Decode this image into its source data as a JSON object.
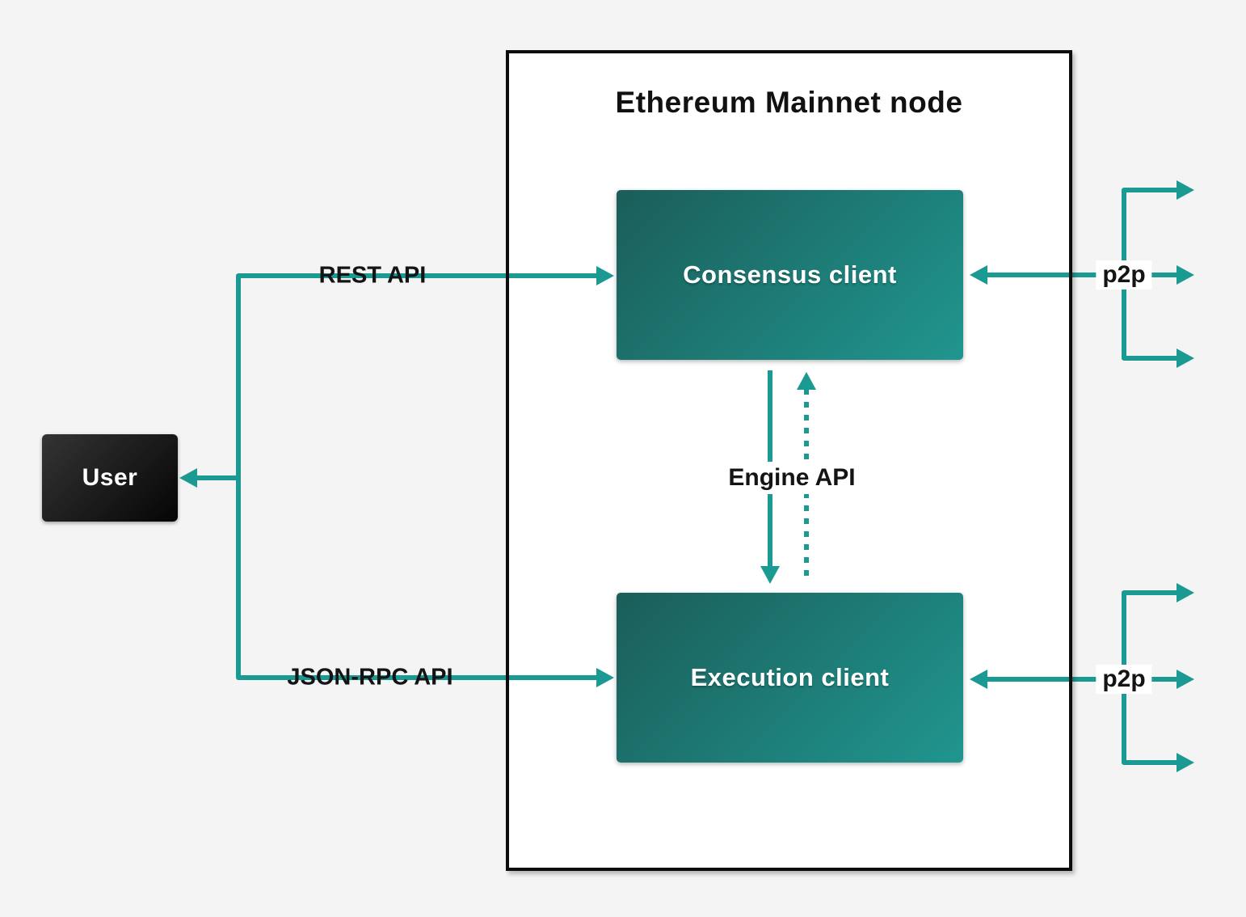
{
  "diagram": {
    "title": "Ethereum Mainnet node",
    "nodes": {
      "user": {
        "label": "User"
      },
      "consensus": {
        "label": "Consensus client"
      },
      "execution": {
        "label": "Execution client"
      }
    },
    "edges": {
      "rest_api": {
        "label": "REST API"
      },
      "json_rpc": {
        "label": "JSON-RPC API"
      },
      "engine_api": {
        "label": "Engine API"
      },
      "p2p_top": {
        "label": "p2p"
      },
      "p2p_bottom": {
        "label": "p2p"
      }
    },
    "colors": {
      "accent": "#1b9a93",
      "client_gradient_start": "#1b5d59",
      "client_gradient_end": "#20968f",
      "user_gradient_start": "#343434",
      "user_gradient_end": "#050505",
      "background": "#f4f4f4",
      "panel": "#ffffff",
      "panel_border": "#0c0c0c",
      "label_text": "#141414"
    }
  }
}
